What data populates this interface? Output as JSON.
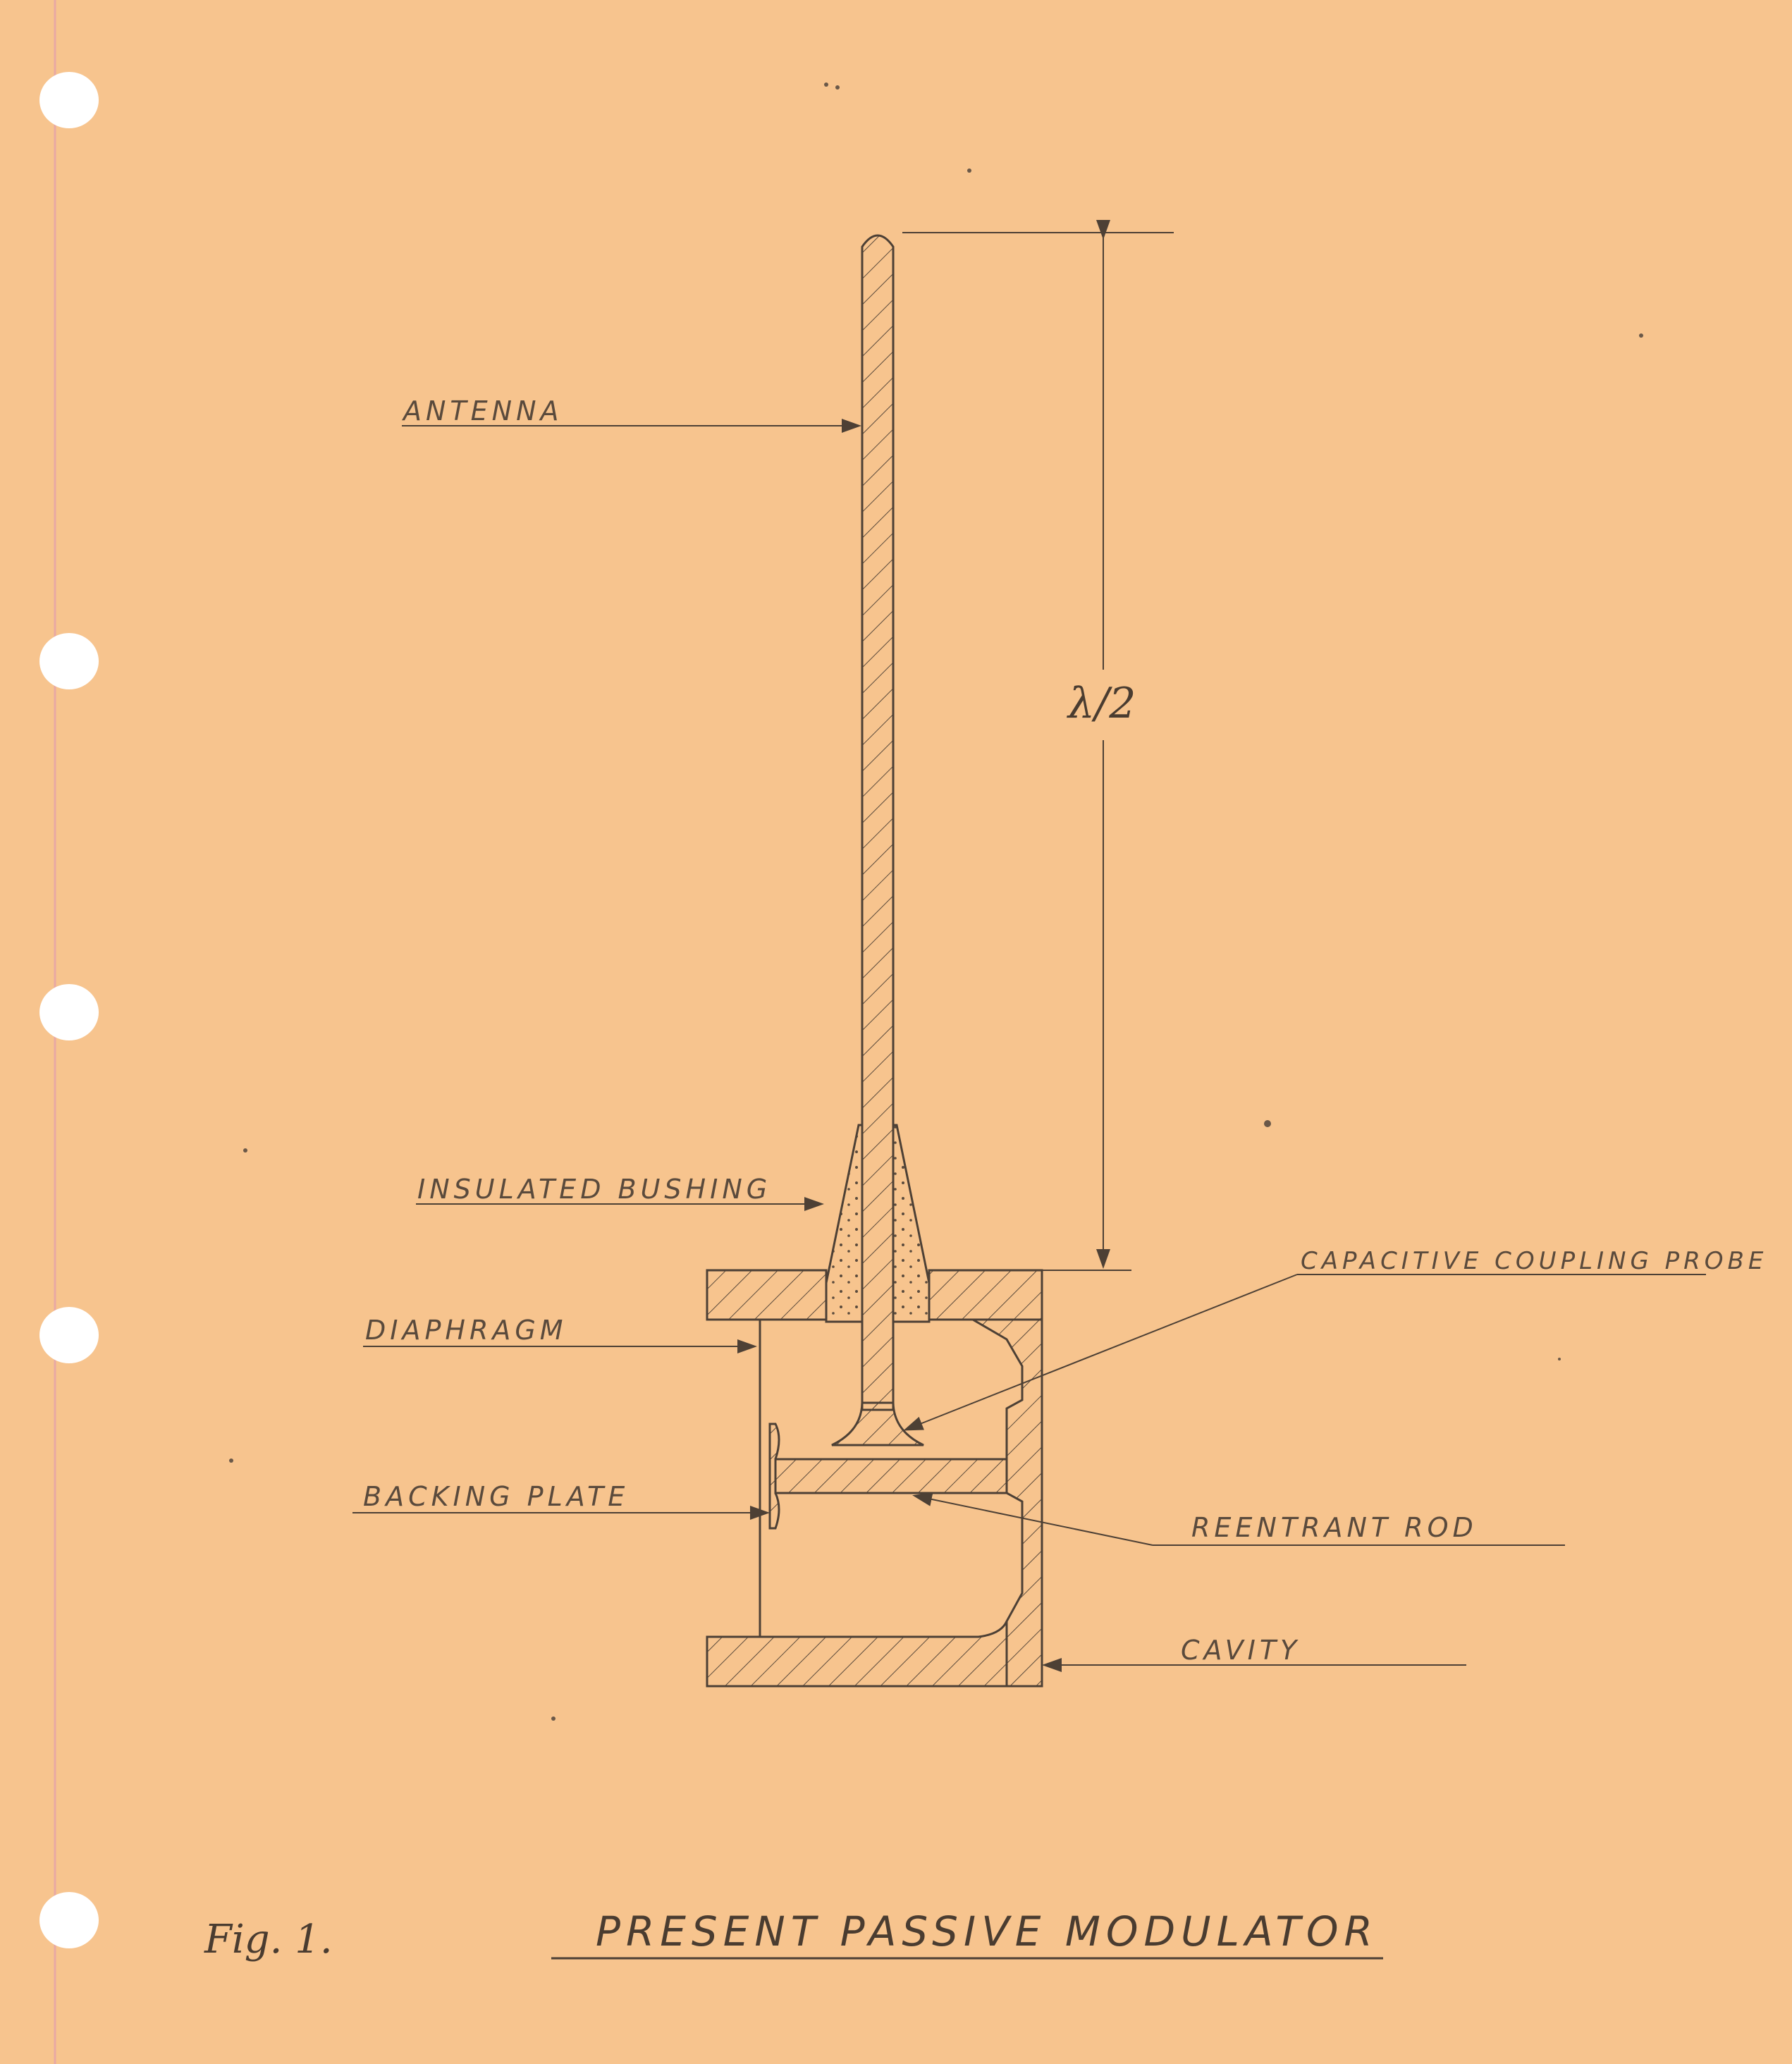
{
  "labels": {
    "antenna": "ANTENNA",
    "insulated_bushing": "INSULATED BUSHING",
    "diaphragm": "DIAPHRAGM",
    "backing_plate": "BACKING PLATE",
    "capacitive_coupling_probe": "CAPACITIVE COUPLING PROBE",
    "reentrant_rod": "REENTRANT ROD",
    "cavity": "CAVITY",
    "dimension": "λ/2"
  },
  "caption": {
    "figure": "Fig. 1.",
    "title": "PRESENT PASSIVE MODULATOR"
  },
  "colors": {
    "paper": "#f7c48e",
    "ink": "#4d4035",
    "margin_line": "#e8a9a4",
    "hole": "#ffffff"
  }
}
